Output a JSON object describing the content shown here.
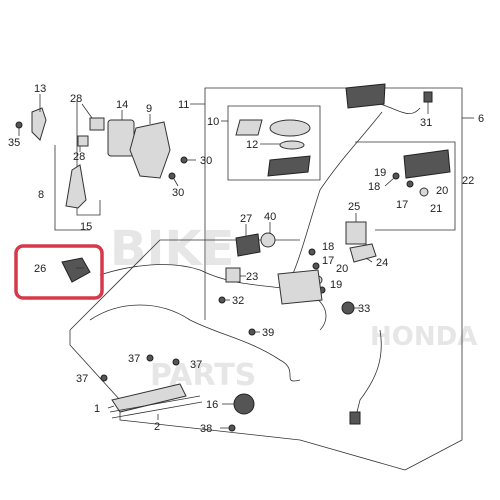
{
  "diagram": {
    "watermark_left": "BIKE",
    "watermark_center": "PARTS",
    "watermark_right": "HONDA",
    "highlight_color": "#d63a4a",
    "callouts": {
      "c1": "1",
      "c2": "2",
      "c6": "6",
      "c8": "8",
      "c9": "9",
      "c10": "10",
      "c11": "11",
      "c12": "12",
      "c13": "13",
      "c14": "14",
      "c15": "15",
      "c16": "16",
      "c17a": "17",
      "c17b": "17",
      "c18a": "18",
      "c18b": "18",
      "c19a": "19",
      "c19b": "19",
      "c20a": "20",
      "c20b": "20",
      "c21": "21",
      "c22": "22",
      "c23": "23",
      "c24": "24",
      "c25": "25",
      "c26": "26",
      "c27": "27",
      "c28a": "28",
      "c28b": "28",
      "c30a": "30",
      "c30b": "30",
      "c31": "31",
      "c32": "32",
      "c33": "33",
      "c35": "35",
      "c37a": "37",
      "c37b": "37",
      "c37c": "37",
      "c38": "38",
      "c39": "39",
      "c40": "40"
    }
  }
}
